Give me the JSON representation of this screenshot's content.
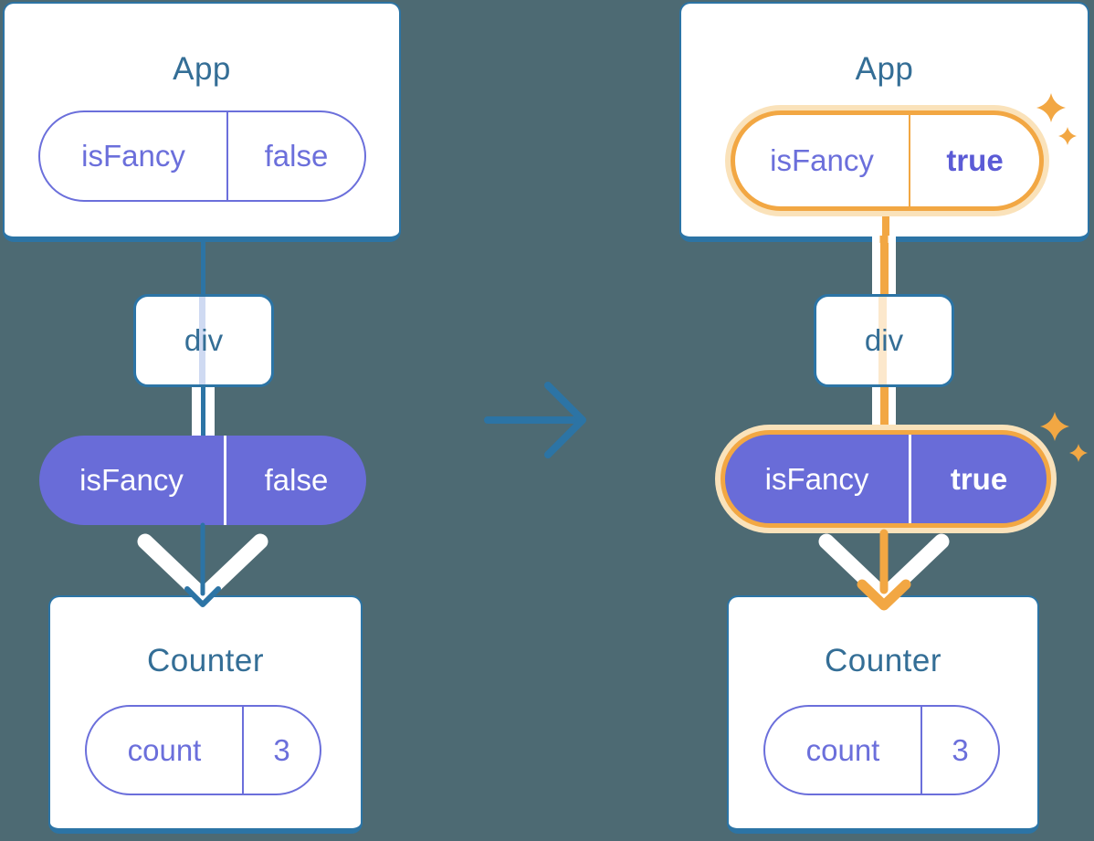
{
  "colors": {
    "background": "#4D6A73",
    "line-blue": "#2C74A5",
    "title-blue": "#346E96",
    "pill-purple": "#696CD8",
    "purple-text": "#6B6FDB",
    "purple-bold": "#5B5BD6",
    "orange": "#F2A743",
    "orange-glow": "#FAE2BA",
    "lavender-line": "#CFDAF2",
    "light-orange-line": "#FCE8CC",
    "card-white": "#FFFFFF"
  },
  "before": {
    "app": {
      "title": "App",
      "prop_key": "isFancy",
      "prop_value": "false"
    },
    "div": {
      "label": "div"
    },
    "prop_pill": {
      "key": "isFancy",
      "value": "false"
    },
    "counter": {
      "title": "Counter",
      "state_key": "count",
      "state_value": "3"
    }
  },
  "after": {
    "app": {
      "title": "App",
      "prop_key": "isFancy",
      "prop_value": "true"
    },
    "div": {
      "label": "div"
    },
    "prop_pill": {
      "key": "isFancy",
      "value": "true"
    },
    "counter": {
      "title": "Counter",
      "state_key": "count",
      "state_value": "3"
    }
  },
  "icons": {
    "transition_arrow": "right-arrow-icon",
    "sparkles": "sparkle-icon",
    "flow_chevron": "down-chevron-icon"
  }
}
